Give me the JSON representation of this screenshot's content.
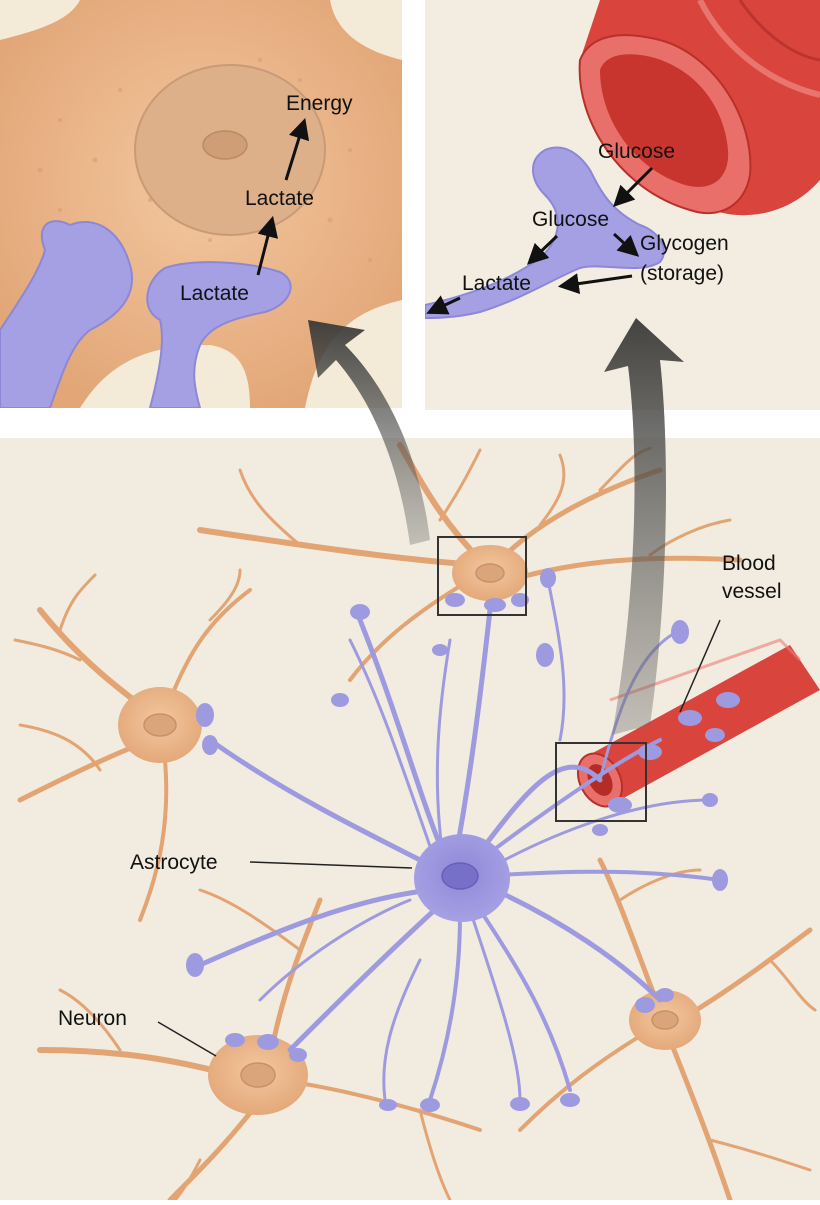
{
  "panels": {
    "neuron_inset": {
      "labels": {
        "energy": "Energy",
        "lactate_upper": "Lactate",
        "lactate_lower": "Lactate"
      }
    },
    "vessel_inset": {
      "labels": {
        "glucose_blood": "Glucose",
        "glucose_astro": "Glucose",
        "glycogen": "Glycogen",
        "storage": "(storage)",
        "lactate": "Lactate"
      }
    }
  },
  "main": {
    "labels": {
      "blood_line1": "Blood",
      "blood_line2": "vessel",
      "astrocyte": "Astrocyte",
      "neuron": "Neuron"
    }
  },
  "colors": {
    "neuron": "#e9b385",
    "neuron_dendrite": "#e3a474",
    "astrocyte": "#9e9ae0",
    "astrocyte_dark": "#7f79cf",
    "vessel": "#d9483f",
    "vessel_dark": "#b8302a",
    "tissue_bg": "#f1ebe0",
    "inset_bg": "#f3ebdd",
    "callout_arrow": "#4a4a48"
  }
}
